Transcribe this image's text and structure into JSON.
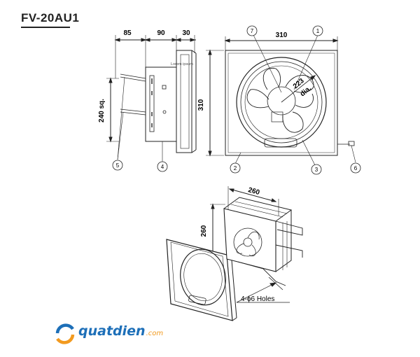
{
  "title": "FV-20AU1",
  "dimensions": {
    "side_top": [
      "85",
      "90",
      "30"
    ],
    "side_left": "240 sq.",
    "front_width": "310",
    "front_height": "310",
    "front_dia_value": "223",
    "front_dia_unit": "dia.",
    "iso_width": "260",
    "iso_height": "260",
    "holes": "4-ϕ6 Holes",
    "small_label": "Lorem ipsum"
  },
  "callouts": [
    "1",
    "2",
    "3",
    "4",
    "5",
    "6",
    "7"
  ],
  "logo": {
    "text": "quatdien",
    "suffix": ".com",
    "color_blue": "#1d6fb8",
    "color_orange": "#f29a1f"
  }
}
